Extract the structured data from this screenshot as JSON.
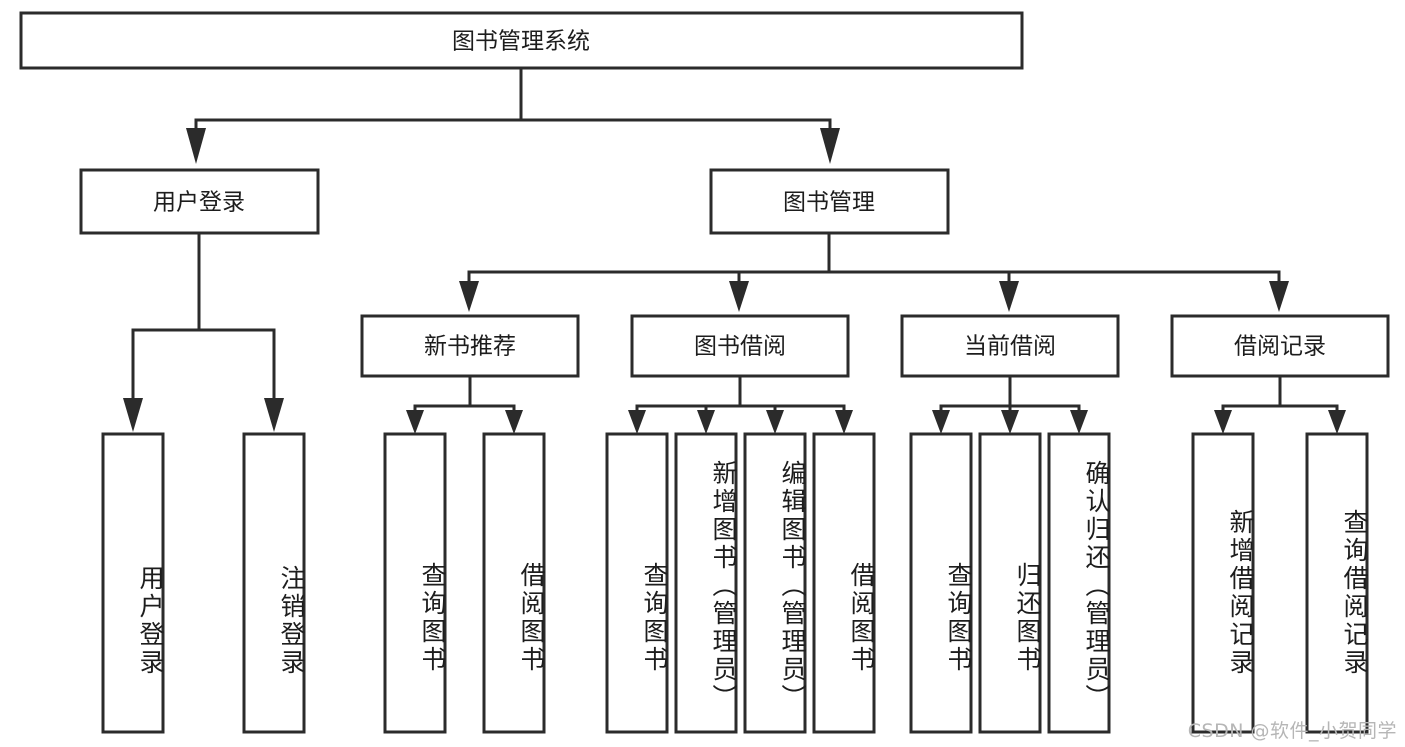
{
  "diagram": {
    "title": "图书管理系统",
    "type": "tree-hierarchy",
    "watermark": "CSDN @软件_小贺同学",
    "colors": {
      "stroke": "#2b2b2b",
      "fill": "#ffffff",
      "text": "#1d1d1d",
      "watermark": "#b6b6b6"
    },
    "root": {
      "label": "图书管理系统"
    },
    "level2": [
      {
        "label": "用户登录"
      },
      {
        "label": "图书管理"
      }
    ],
    "level3": [
      {
        "label": "新书推荐"
      },
      {
        "label": "图书借阅"
      },
      {
        "label": "当前借阅"
      },
      {
        "label": "借阅记录"
      }
    ],
    "leaves": {
      "user_login": [
        {
          "label": "用户登录"
        },
        {
          "label": "注销登录"
        }
      ],
      "new_book_recommend": [
        {
          "label": "查询图书"
        },
        {
          "label": "借阅图书"
        }
      ],
      "book_borrow": [
        {
          "label": "查询图书"
        },
        {
          "label": "新增图书（管理员）"
        },
        {
          "label": "编辑图书（管理员）"
        },
        {
          "label": "借阅图书"
        }
      ],
      "current_borrow": [
        {
          "label": "查询图书"
        },
        {
          "label": "归还图书"
        },
        {
          "label": "确认归还（管理员）"
        }
      ],
      "borrow_record": [
        {
          "label": "新增借阅记录"
        },
        {
          "label": "查询借阅记录"
        }
      ]
    }
  }
}
